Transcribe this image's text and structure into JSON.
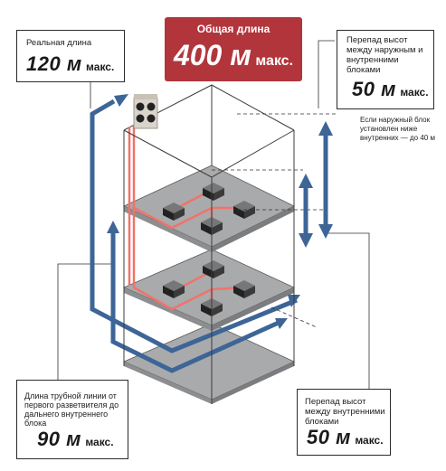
{
  "total": {
    "label": "Общая длина",
    "value": "400 м",
    "unit": "макс."
  },
  "actual_length": {
    "label": "Реальная длина",
    "value": "120 м",
    "unit": "макс."
  },
  "height_outdoor_indoor": {
    "label": "Перепад высот между наружным и внутренними блоками",
    "value": "50 м",
    "unit": "макс."
  },
  "note_outdoor_below": "Если наружный блок установлен ниже внутренних — до 40 м",
  "branch_length": {
    "label": "Длина трубной линии от первого разветвителя до дальнего внутреннего блока",
    "value": "90 м",
    "unit": "макс."
  },
  "height_indoor_indoor": {
    "label": "Перепад высот между внутренними блоками",
    "value": "50 м",
    "unit": "макс."
  },
  "colors": {
    "accent_red": "#b2353c",
    "pipe_red": "#f0736a",
    "arrow_blue": "#3d6596",
    "floor_gray": "#a9aaac",
    "line_gray": "#3c3c3c"
  }
}
